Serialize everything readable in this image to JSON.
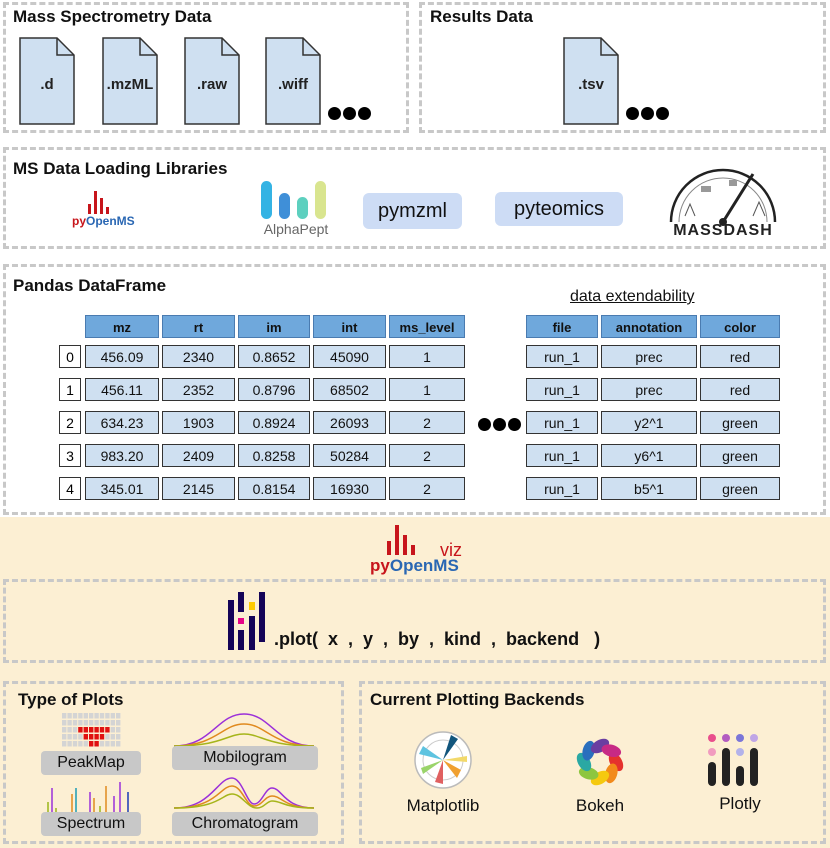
{
  "sections": {
    "ms_data": {
      "title": "Mass Spectrometry Data",
      "files": [
        ".d",
        ".mzML",
        ".raw",
        ".wiff"
      ]
    },
    "results": {
      "title": "Results Data",
      "files": [
        ".tsv"
      ]
    },
    "loaders": {
      "title": "MS Data Loading Libraries",
      "libraries": [
        "pyOpenMS",
        "AlphaPept",
        "pymzml",
        "pyteomics",
        "MASSDASH"
      ]
    },
    "dataframe": {
      "title": "Pandas DataFrame",
      "extend_label": "data extendability",
      "columns": [
        "mz",
        "rt",
        "im",
        "int",
        "ms_level"
      ],
      "extra_columns": [
        "file",
        "annotation",
        "color"
      ],
      "index": [
        "0",
        "1",
        "2",
        "3",
        "4"
      ],
      "rows": [
        [
          "456.09",
          "2340",
          "0.8652",
          "45090",
          "1"
        ],
        [
          "456.11",
          "2352",
          "0.8796",
          "68502",
          "1"
        ],
        [
          "634.23",
          "1903",
          "0.8924",
          "26093",
          "2"
        ],
        [
          "983.20",
          "2409",
          "0.8258",
          "50284",
          "2"
        ],
        [
          "345.01",
          "2145",
          "0.8154",
          "16930",
          "2"
        ]
      ],
      "extra_rows": [
        [
          "run_1",
          "prec",
          "red"
        ],
        [
          "run_1",
          "prec",
          "red"
        ],
        [
          "run_1",
          "y2^1",
          "green"
        ],
        [
          "run_1",
          "y6^1",
          "green"
        ],
        [
          "run_1",
          "b5^1",
          "green"
        ]
      ]
    },
    "viz": {
      "logo_py": "py",
      "logo_openms": "OpenMS",
      "logo_viz": "viz",
      "plot_call": ".plot(  x  ,  y  ,  by  ,  kind  ,  backend   )"
    },
    "plot_types": {
      "title": "Type of Plots",
      "items": [
        "PeakMap",
        "Mobilogram",
        "Spectrum",
        "Chromatogram"
      ]
    },
    "backends": {
      "title": "Current Plotting Backends",
      "items": [
        "Matplotlib",
        "Bokeh",
        "Plotly"
      ]
    }
  },
  "colors": {
    "file_fill": "#cfe0f1",
    "header_fill": "#6fa8dc",
    "beige": "#fcefd3",
    "pill": "#cddcf5"
  },
  "icons": [
    "file-icon",
    "ellipsis-icon",
    "pyopenms-logo",
    "alphapept-logo",
    "massdash-logo",
    "pandas-logo",
    "matplotlib-logo",
    "bokeh-logo",
    "plotly-logo"
  ]
}
